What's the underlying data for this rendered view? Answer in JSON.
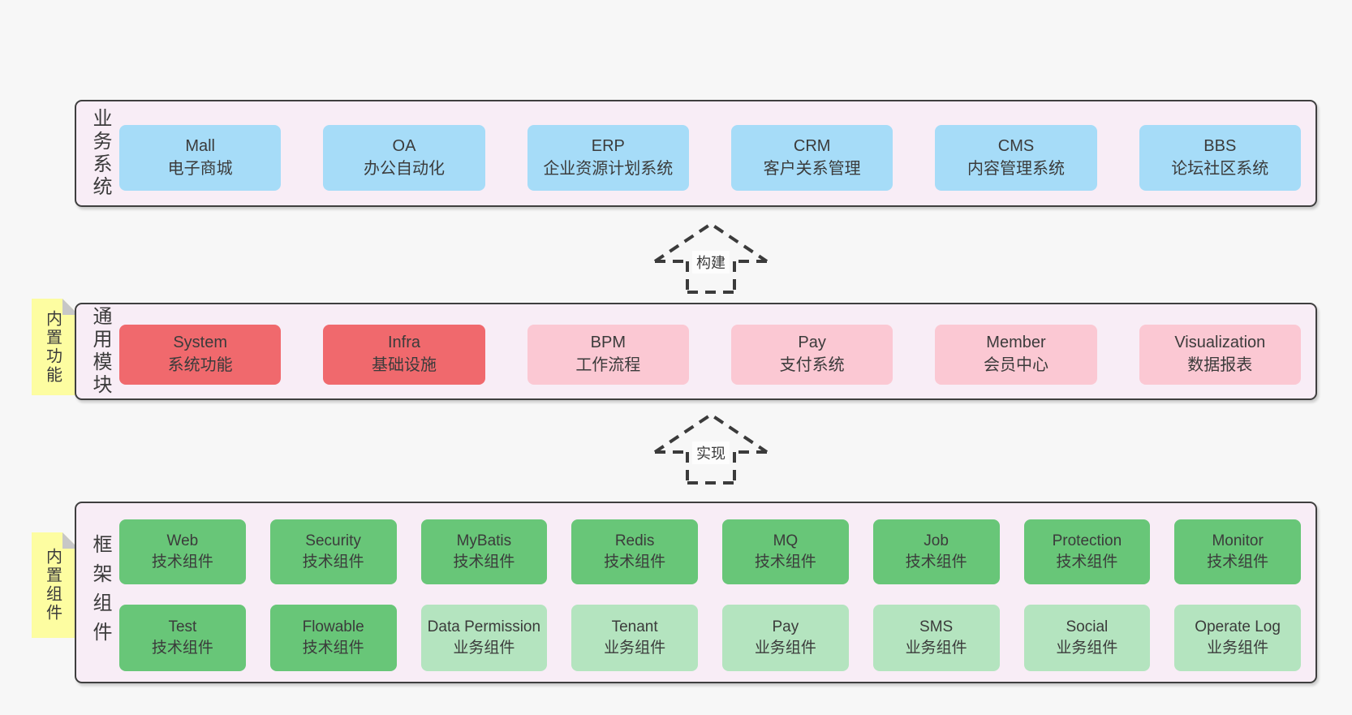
{
  "colors": {
    "page_bg": "#f7f7f7",
    "panel_bg": "#f8edf6",
    "panel_border": "#3f3f3f",
    "blue_box": "#a6dcf8",
    "red_box": "#f0696d",
    "pink_box": "#fbc8d3",
    "green_box": "#68c678",
    "light_green_box": "#b4e4bf",
    "tag_yellow": "#fdfda1",
    "tag_fold_gray": "#c7c7c7",
    "text": "#3b3b3b"
  },
  "business": {
    "label": "业务系统",
    "boxes": [
      {
        "title": "Mall",
        "subtitle": "电子商城"
      },
      {
        "title": "OA",
        "subtitle": "办公自动化"
      },
      {
        "title": "ERP",
        "subtitle": "企业资源计划系统"
      },
      {
        "title": "CRM",
        "subtitle": "客户关系管理"
      },
      {
        "title": "CMS",
        "subtitle": "内容管理系统"
      },
      {
        "title": "BBS",
        "subtitle": "论坛社区系统"
      }
    ]
  },
  "arrow_build": {
    "label": "构建"
  },
  "modules": {
    "tag": "内置功能",
    "label": "通用模块",
    "boxes": [
      {
        "title": "System",
        "subtitle": "系统功能"
      },
      {
        "title": "Infra",
        "subtitle": "基础设施"
      },
      {
        "title": "BPM",
        "subtitle": "工作流程"
      },
      {
        "title": "Pay",
        "subtitle": "支付系统"
      },
      {
        "title": "Member",
        "subtitle": "会员中心"
      },
      {
        "title": "Visualization",
        "subtitle": "数据报表"
      }
    ]
  },
  "arrow_implement": {
    "label": "实现"
  },
  "framework": {
    "tag": "内置组件",
    "label": "框架组件",
    "row1": [
      {
        "title": "Web",
        "subtitle": "技术组件"
      },
      {
        "title": "Security",
        "subtitle": "技术组件"
      },
      {
        "title": "MyBatis",
        "subtitle": "技术组件"
      },
      {
        "title": "Redis",
        "subtitle": "技术组件"
      },
      {
        "title": "MQ",
        "subtitle": "技术组件"
      },
      {
        "title": "Job",
        "subtitle": "技术组件"
      },
      {
        "title": "Protection",
        "subtitle": "技术组件"
      },
      {
        "title": "Monitor",
        "subtitle": "技术组件"
      }
    ],
    "row2": [
      {
        "title": "Test",
        "subtitle": "技术组件"
      },
      {
        "title": "Flowable",
        "subtitle": "技术组件"
      },
      {
        "title": "Data Permission",
        "subtitle": "业务组件"
      },
      {
        "title": "Tenant",
        "subtitle": "业务组件"
      },
      {
        "title": "Pay",
        "subtitle": "业务组件"
      },
      {
        "title": "SMS",
        "subtitle": "业务组件"
      },
      {
        "title": "Social",
        "subtitle": "业务组件"
      },
      {
        "title": "Operate Log",
        "subtitle": "业务组件"
      }
    ]
  }
}
